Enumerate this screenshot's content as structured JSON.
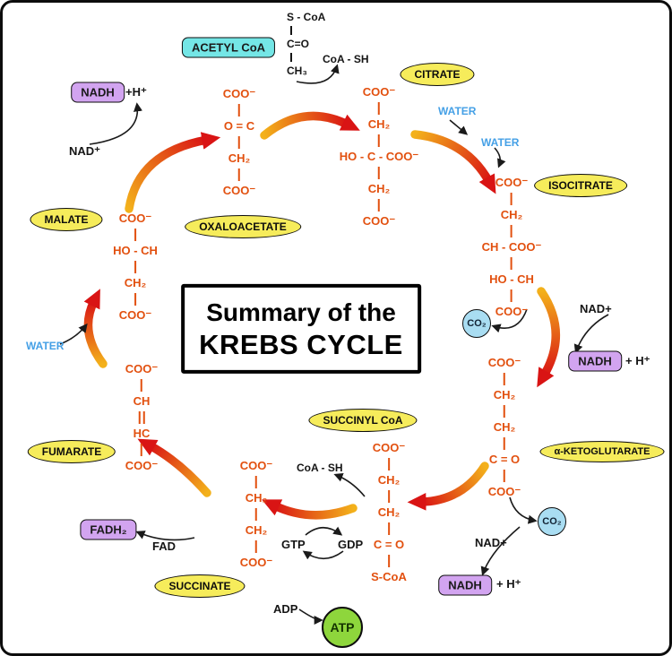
{
  "title": {
    "line1": "Summary of the",
    "line2": "KREBS CYCLE"
  },
  "metabolites": {
    "acetyl_coa": "ACETYL CoA",
    "citrate": "CITRATE",
    "isocitrate": "ISOCITRATE",
    "alpha_ketoglutarate": "α-KETOGLUTARATE",
    "succinyl_coa": "SUCCINYL CoA",
    "succinate": "SUCCINATE",
    "fumarate": "FUMARATE",
    "malate": "MALATE",
    "oxaloacetate": "OXALOACETATE"
  },
  "cofactors": {
    "nadh": "NADH",
    "nad_plus_sup": "NAD⁺",
    "nad_plus": "NAD+",
    "plus_h_tight": "+H⁺",
    "plus_h": "+ H⁺",
    "fad": "FAD",
    "fadh2": "FADH₂",
    "co2": "CO₂",
    "water": "WATER",
    "coa_sh": "CoA - SH",
    "gtp": "GTP",
    "gdp": "GDP",
    "adp": "ADP",
    "atp": "ATP"
  },
  "structures": {
    "acetyl_group": {
      "lines": [
        "S - CoA",
        "C=O",
        "CH₃"
      ]
    },
    "oxaloacetate": {
      "lines": [
        "COO⁻",
        "O = C",
        "CH₂",
        "COO⁻"
      ]
    },
    "citrate": {
      "lines": [
        "COO⁻",
        "CH₂",
        "HO - C - COO⁻",
        "CH₂",
        "COO⁻"
      ]
    },
    "isocitrate": {
      "lines": [
        "COO⁻",
        "CH₂",
        "CH - COO⁻",
        "HO - CH",
        "COO⁻"
      ]
    },
    "alpha_ketoglutarate": {
      "lines": [
        "COO⁻",
        "CH₂",
        "CH₂",
        "C = O",
        "COO⁻"
      ]
    },
    "succinyl_coa": {
      "lines": [
        "COO⁻",
        "CH₂",
        "CH₂",
        "C = O",
        "S-CoA"
      ]
    },
    "succinate": {
      "lines": [
        "COO⁻",
        "CH₂",
        "CH₂",
        "COO⁻"
      ]
    },
    "fumarate": {
      "lines": [
        "COO⁻",
        "CH",
        "HC",
        "COO⁻"
      ]
    },
    "malate": {
      "lines": [
        "COO⁻",
        "HO - CH",
        "CH₂",
        "COO⁻"
      ]
    }
  },
  "colors": {
    "metabolite_fill": "#f6ec5b",
    "cyan_fill": "#74e6e6",
    "purple_fill": "#d2a4f0",
    "co2_fill": "#a9ddf2",
    "atp_fill": "#8ed63c",
    "structure_text": "#e2500f",
    "water_text": "#45a0e6",
    "arrow_start": "#f3b11b",
    "arrow_end": "#d91414"
  }
}
